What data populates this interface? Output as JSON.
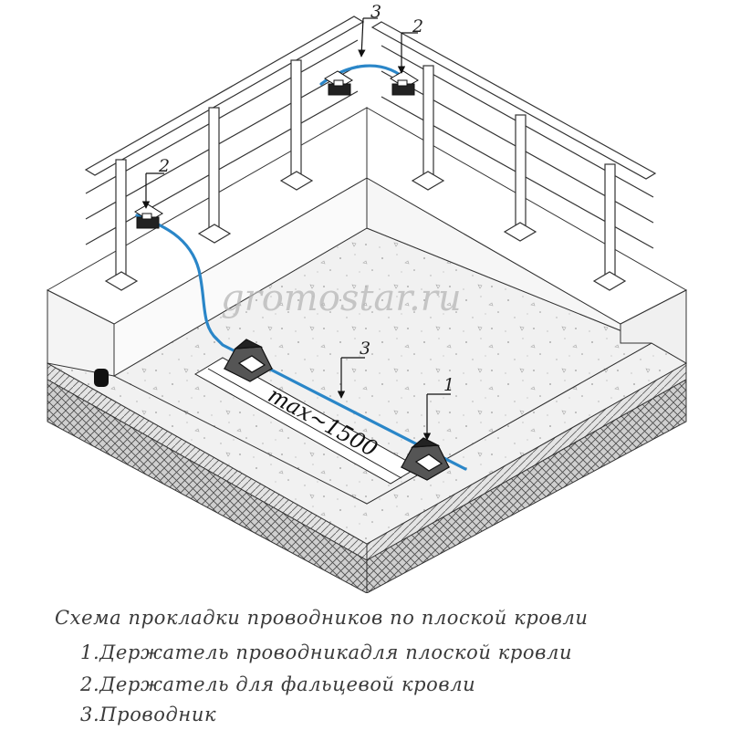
{
  "diagram": {
    "watermark": "gromostar.ru",
    "dimension_label": "max~1500",
    "callouts": {
      "conductor_top": "3",
      "fold_holder_top": "2",
      "fold_holder_left": "2",
      "conductor_mid": "3",
      "flat_holder": "1"
    },
    "colors": {
      "conductor": "#2a86c8",
      "line": "#222222",
      "concrete": "#eeeeee"
    }
  },
  "caption": {
    "title": "Схема прокладки проводников по плоской кровли",
    "items": [
      "1.Держатель проводникадля плоской кровли",
      "2.Держатель для фальцевой кровли",
      "3.Проводник"
    ]
  }
}
